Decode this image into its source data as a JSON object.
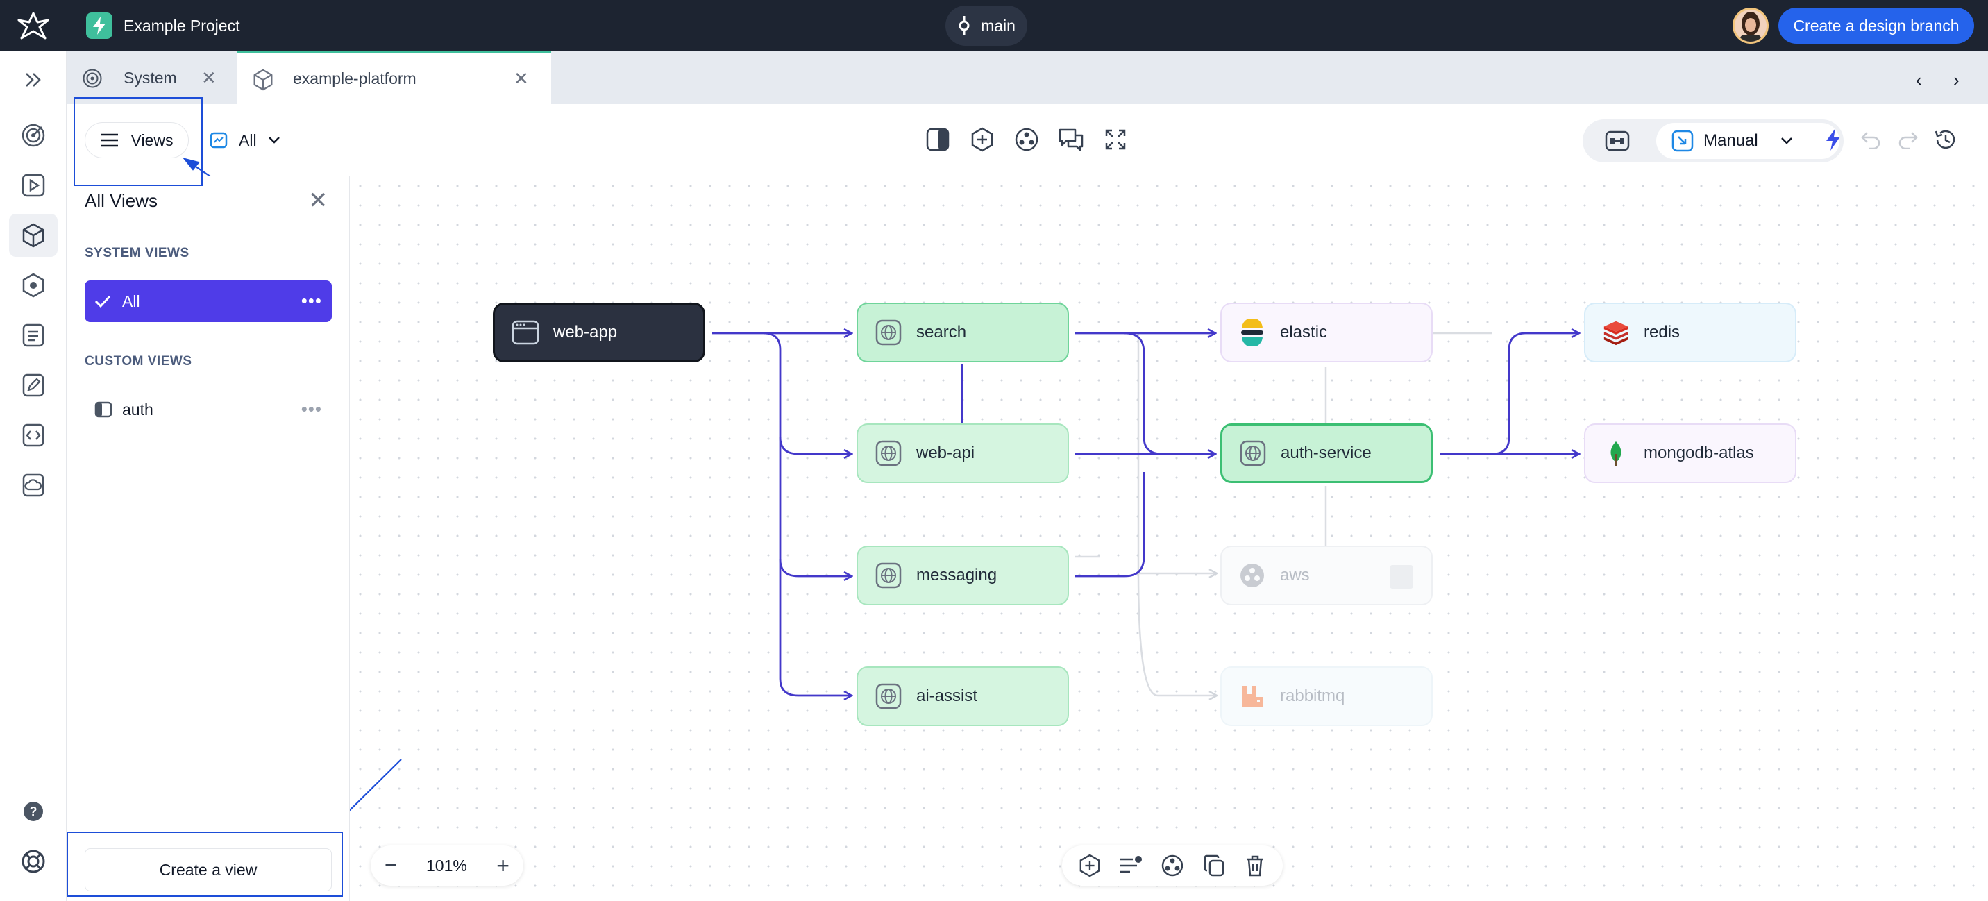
{
  "topbar": {
    "project_name": "Example Project",
    "branch": "main",
    "create_branch_label": "Create a design branch"
  },
  "tabs": [
    {
      "label": "System"
    },
    {
      "label": "example-platform"
    }
  ],
  "toolbar": {
    "views_label": "Views",
    "view_select": "All",
    "mode_label": "Manual"
  },
  "views_panel": {
    "title": "All Views",
    "system_section": "SYSTEM VIEWS",
    "system_views": [
      {
        "label": "All"
      }
    ],
    "custom_section": "CUSTOM VIEWS",
    "custom_views": [
      {
        "label": "auth"
      }
    ],
    "create_label": "Create a view"
  },
  "diagram": {
    "nodes": [
      {
        "id": "web-app",
        "label": "web-app"
      },
      {
        "id": "search",
        "label": "search"
      },
      {
        "id": "web-api",
        "label": "web-api"
      },
      {
        "id": "messaging",
        "label": "messaging"
      },
      {
        "id": "ai-assist",
        "label": "ai-assist"
      },
      {
        "id": "elastic",
        "label": "elastic"
      },
      {
        "id": "auth-service",
        "label": "auth-service"
      },
      {
        "id": "aws",
        "label": "aws"
      },
      {
        "id": "rabbitmq",
        "label": "rabbitmq"
      },
      {
        "id": "redis",
        "label": "redis"
      },
      {
        "id": "mongodb-atlas",
        "label": "mongodb-atlas"
      }
    ],
    "edge_color": "#4338ca"
  },
  "canvas": {
    "zoom": "101%"
  },
  "colors": {
    "accent": "#4f3ce8",
    "brand_blue": "#2563eb",
    "topbar": "#1d2431",
    "node_green": "#c7f2d6"
  }
}
